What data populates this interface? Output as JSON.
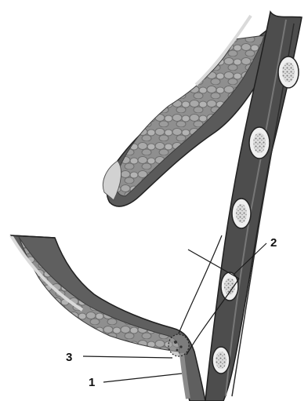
{
  "diagram": {
    "labels": [
      {
        "id": "1",
        "text": "1"
      },
      {
        "id": "2",
        "text": "2"
      },
      {
        "id": "3",
        "text": "3"
      }
    ],
    "colors": {
      "background": "#ffffff",
      "tissue_dark": "#4a4a4a",
      "tissue_mid": "#6b6b6b",
      "tissue_light": "#a6a6a6",
      "membrane_light": "#d2d2d2",
      "nucleus_oval": "#eeeeee",
      "nucleus_texture": "#8a8a8a",
      "leader_line": "#1a1a1a"
    }
  }
}
